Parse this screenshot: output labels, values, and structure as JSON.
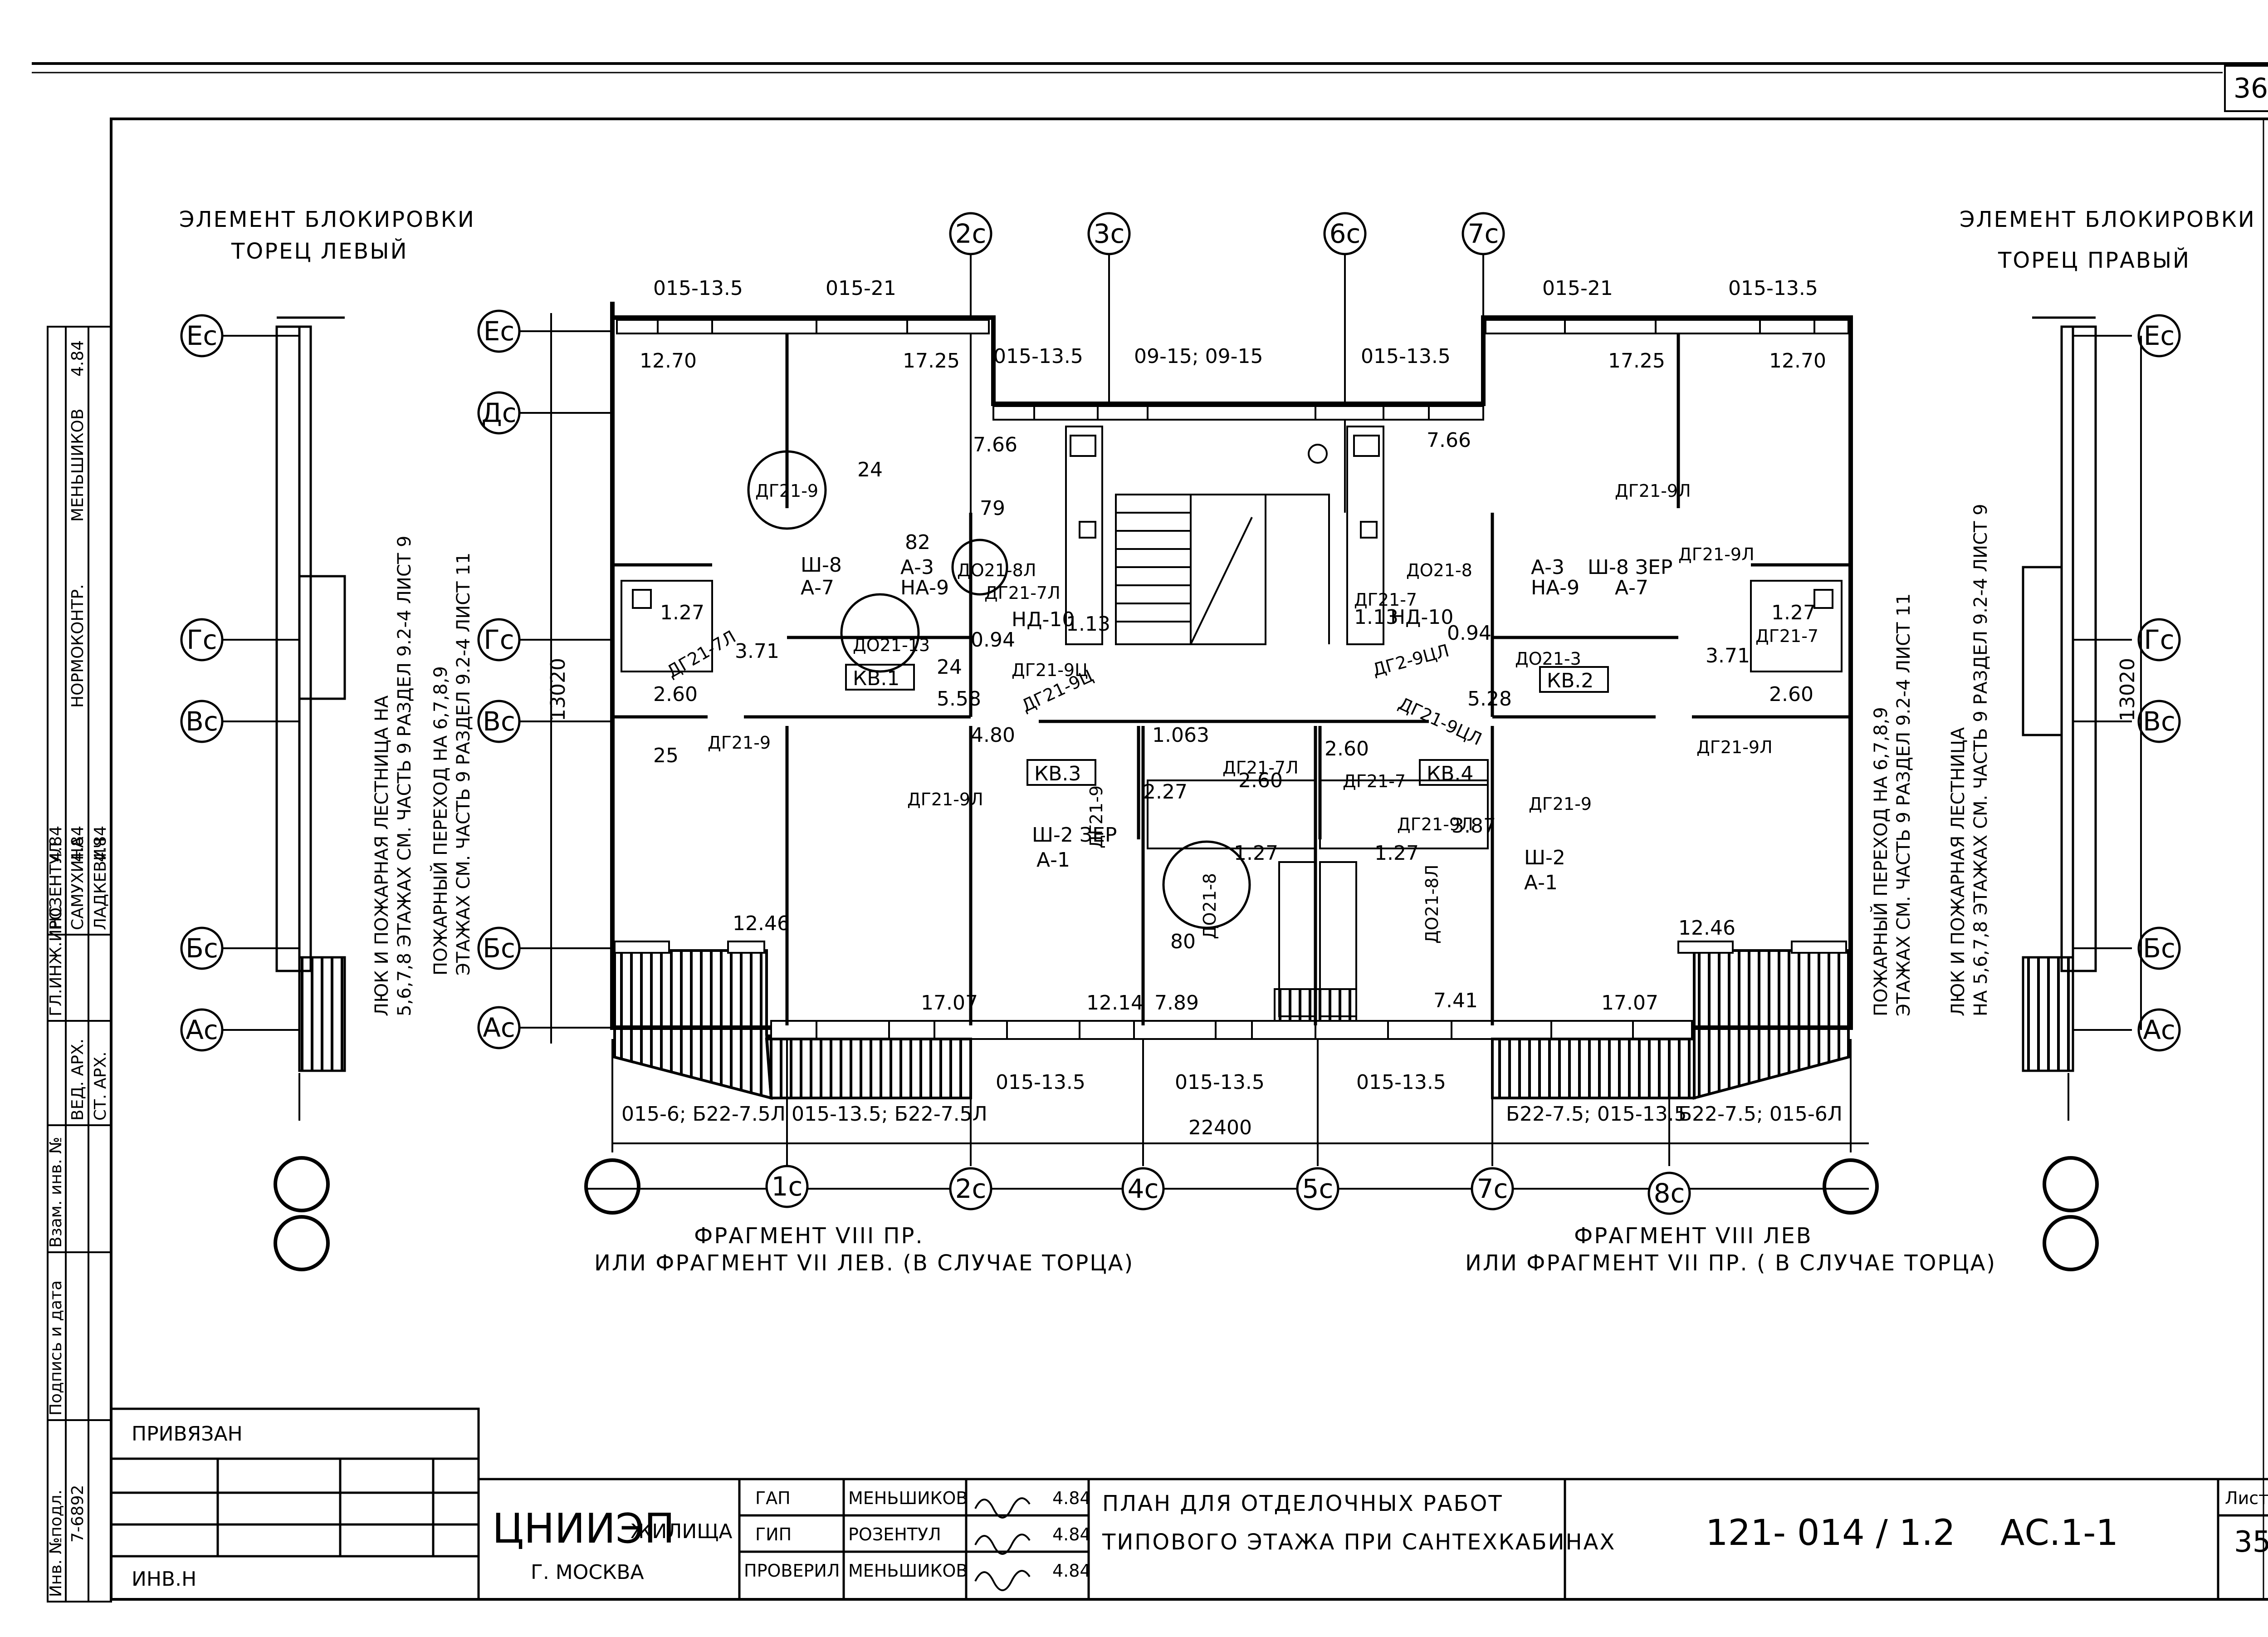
{
  "sheet_number_top": "36",
  "left_element": {
    "title_line1": "ЭЛЕМЕНТ БЛОКИРОВКИ",
    "title_line2": "ТОРЕЦ ЛЕВЫЙ"
  },
  "right_element": {
    "title_line1": "ЭЛЕМЕНТ БЛОКИРОВКИ",
    "title_line2": "ТОРЕЦ ПРАВЫЙ"
  },
  "axes_top": [
    "2с",
    "3с",
    "6с",
    "7с"
  ],
  "axes_bottom": [
    "1с",
    "2с",
    "4с",
    "5с",
    "7с",
    "8с"
  ],
  "axes_rows": [
    "Ес",
    "Дс",
    "Гс",
    "Вс",
    "Бс",
    "Ас"
  ],
  "dimensions": {
    "overall_width": "22400",
    "overall_depth": "13020",
    "left_depth": "13020",
    "right_depth": "13020"
  },
  "window_marks_top": [
    "015-13.5",
    "015-21",
    "015-13.5",
    "09-15; 09-15",
    "015-13.5",
    "015-21",
    "015-13.5"
  ],
  "window_marks_bottom": [
    "015-13.5",
    "015-13.5",
    "015-13.5"
  ],
  "window_marks_loggia": [
    "015-6; Б22-7.5Л",
    "015-13.5; Б22-7.5Л",
    "Б22-7.5; 015-13.5",
    "Б22-7.5; 015-6Л"
  ],
  "areas": [
    "12.70",
    "17.25",
    "7.66",
    "7.66",
    "17.25",
    "12.70",
    "1.27",
    "1.27",
    "3.71",
    "3.71",
    "2.60",
    "2.60",
    "5.58",
    "5.28",
    "4.80",
    "1.13",
    "1.13",
    "0.94",
    "0.94",
    "1.063",
    "2.27",
    "2.60",
    "2.60",
    "3.87",
    "1.27",
    "1.27",
    "12.46",
    "12.46",
    "17.07",
    "17.07",
    "12.14",
    "7.89",
    "7.41"
  ],
  "door_marks": [
    "ДГ21-9",
    "ДГ21-7Л",
    "ДГ21-9",
    "ДО21-13",
    "ДО21-8Л",
    "ДГ21-7Л",
    "ДГ21-9Ц",
    "ДГ21-9Ц",
    "ДГ21-9Л",
    "ДГ21-9",
    "ДО21-8",
    "ДГ21-9Л",
    "ДО21-8",
    "ДГ21-7",
    "ДО21-3",
    "ДГ2-9ЦЛ",
    "ДГ21-9ЦЛ",
    "ДГ21-9Л",
    "ДГ21-7",
    "ДГ21-9Л",
    "ДГ21-7",
    "ДГ21-9",
    "ДГ21-7Л",
    "ДО21-8Л",
    "ДГ21-9Л"
  ],
  "element_marks": [
    "24",
    "82",
    "79",
    "24",
    "25",
    "80",
    "А-3",
    "НА-9",
    "Ш-8",
    "А-7",
    "НД-10",
    "Ш-2 ЗЕР",
    "А-1",
    "Ш-2",
    "А-1",
    "А-3",
    "НА-9",
    "Ш-8 ЗЕР",
    "А-7",
    "НД-10"
  ],
  "apartments": [
    "КВ.1",
    "КВ.2",
    "КВ.3",
    "КВ.4"
  ],
  "notes": {
    "left_hatch_1": "ЛЮК И ПОЖАРНАЯ ЛЕСТНИЦА НА",
    "left_hatch_2": "5,6,7,8 ЭТАЖАХ СМ. ЧАСТЬ 9 РАЗДЕЛ 9.2-4 ЛИСТ 9",
    "left_fire_1": "ПОЖАРНЫЙ ПЕРЕХОД НА 6,7,8,9",
    "left_fire_2": "ЭТАЖАХ СМ. ЧАСТЬ 9 РАЗДЕЛ 9.2-4 ЛИСТ 11",
    "right_fire_1": "ПОЖАРНЫЙ ПЕРЕХОД НА 6,7,8,9",
    "right_fire_2": "ЭТАЖАХ СМ. ЧАСТЬ 9 РАЗДЕЛ 9.2-4 ЛИСТ 11",
    "right_hatch_1": "ЛЮК И ПОЖАРНАЯ ЛЕСТНИЦА",
    "right_hatch_2": "НА 5,6,7,8 ЭТАЖАХ СМ. ЧАСТЬ 9 РАЗДЕЛ 9.2-4 ЛИСТ 9"
  },
  "fragments": {
    "left_line1": "ФРАГМЕНТ VIII ПР.",
    "left_line2": "ИЛИ ФРАГМЕНТ VII ЛЕВ. (В СЛУЧАЕ ТОРЦА)",
    "right_line1": "ФРАГМЕНТ VIII ЛЕВ",
    "right_line2": "ИЛИ ФРАГМЕНТ VII ПР. ( В СЛУЧАЕ ТОРЦА)"
  },
  "side_stamp": {
    "rows": [
      {
        "role": "ГЛ.ИНЖ.ИНС",
        "name": "РОЗЕНТУЛ",
        "date": "4.84"
      },
      {
        "role": "ВЕД. АРХ.",
        "name": "САМУХИНА",
        "date": "4.84"
      },
      {
        "role": "СТ. АРХ.",
        "name": "ЛАДКЕВИЧ",
        "date": "4.84"
      }
    ],
    "normocontrol": "НОРМОКОНТР.",
    "normocontrol_name": "МЕНЬШИКОВ",
    "normocontrol_date": "4.84",
    "labels": [
      "Инв. №подл.",
      "Подпись и дата",
      "Взам. инв. №"
    ],
    "inv_number": "7-6892"
  },
  "title_block": {
    "bound_label": "ПРИВЯЗАН",
    "inv_label": "ИНВ.Н",
    "org": "ЦНИИЭП",
    "org_suffix": "ЖИЛИЩА",
    "city": "Г. МОСКВА",
    "roles": [
      {
        "role": "ГАП",
        "name": "МЕНЬШИКОВ",
        "date": "4.84"
      },
      {
        "role": "ГИП",
        "name": "РОЗЕНТУЛ",
        "date": "4.84"
      },
      {
        "role": "ПРОВЕРИЛ",
        "name": "МЕНЬШИКОВ",
        "date": "4.84"
      }
    ],
    "title_line1": "ПЛАН ДЛЯ ОТДЕЛОЧНЫХ РАБОТ",
    "title_line2": "ТИПОВОГО ЭТАЖА ПРИ САНТЕХКАБИНАХ",
    "project_code": "121- 014 / 1.2",
    "sheet_code": "АС.1-1",
    "sheet_label": "Лист",
    "sheet_number": "35"
  }
}
